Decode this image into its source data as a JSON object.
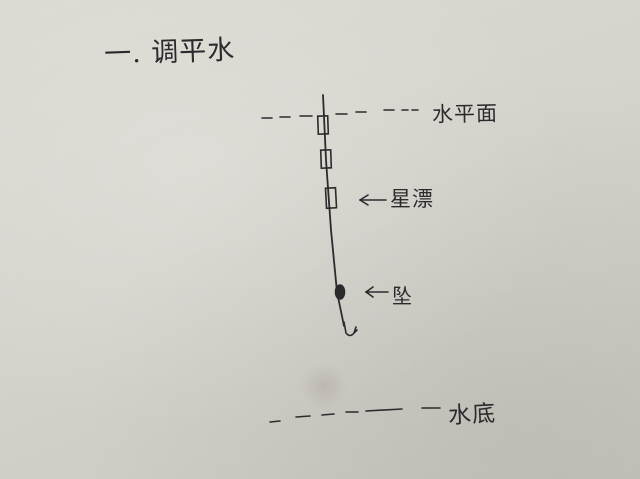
{
  "title": "一. 调平水",
  "labels": {
    "water_surface": "水平面",
    "float_beans": "星漂",
    "sinker": "坠",
    "bottom": "水底"
  },
  "colors": {
    "paper": "#d6d3cc",
    "ink": "#2b2b2e"
  }
}
